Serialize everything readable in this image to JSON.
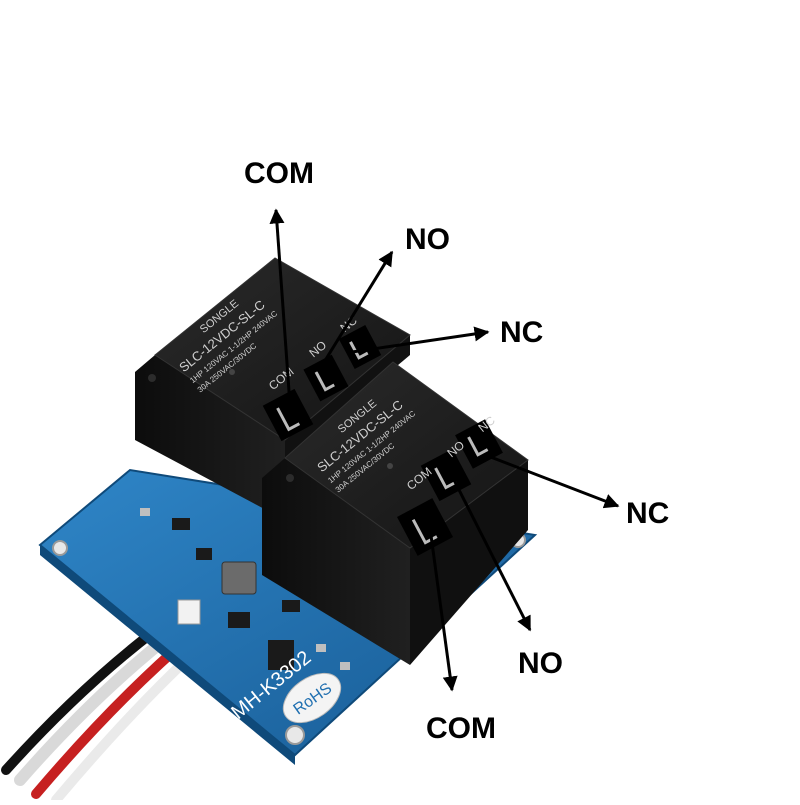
{
  "relay_upper": {
    "brand": "SONGLE",
    "model": "SLC-12VDC-SL-C",
    "rating1": "1HP 120VAC 1-1/2HP 240VAC",
    "rating2": "30A 250VAC/30VDC",
    "pin_com": "COM",
    "pin_no": "NO",
    "pin_nc": "NC"
  },
  "relay_lower": {
    "brand": "SONGLE",
    "model": "SLC-12VDC-SL-C",
    "rating1": "1HP 120VAC 1-1/2HP 240VAC",
    "rating2": "30A 250VAC/30VDC",
    "pin_com": "COM",
    "pin_no": "NO",
    "pin_nc": "NC"
  },
  "board": {
    "model": "MH-K3302",
    "rohs": "RoHS"
  },
  "callouts": {
    "com_top": "COM",
    "no_top": "NO",
    "nc_top": "NC",
    "nc_bottom": "NC",
    "no_bottom": "NO",
    "com_bottom": "COM"
  },
  "colors": {
    "pcb": "#1f6fb0",
    "relay": "#1b1b1b",
    "arrow": "#000000"
  }
}
